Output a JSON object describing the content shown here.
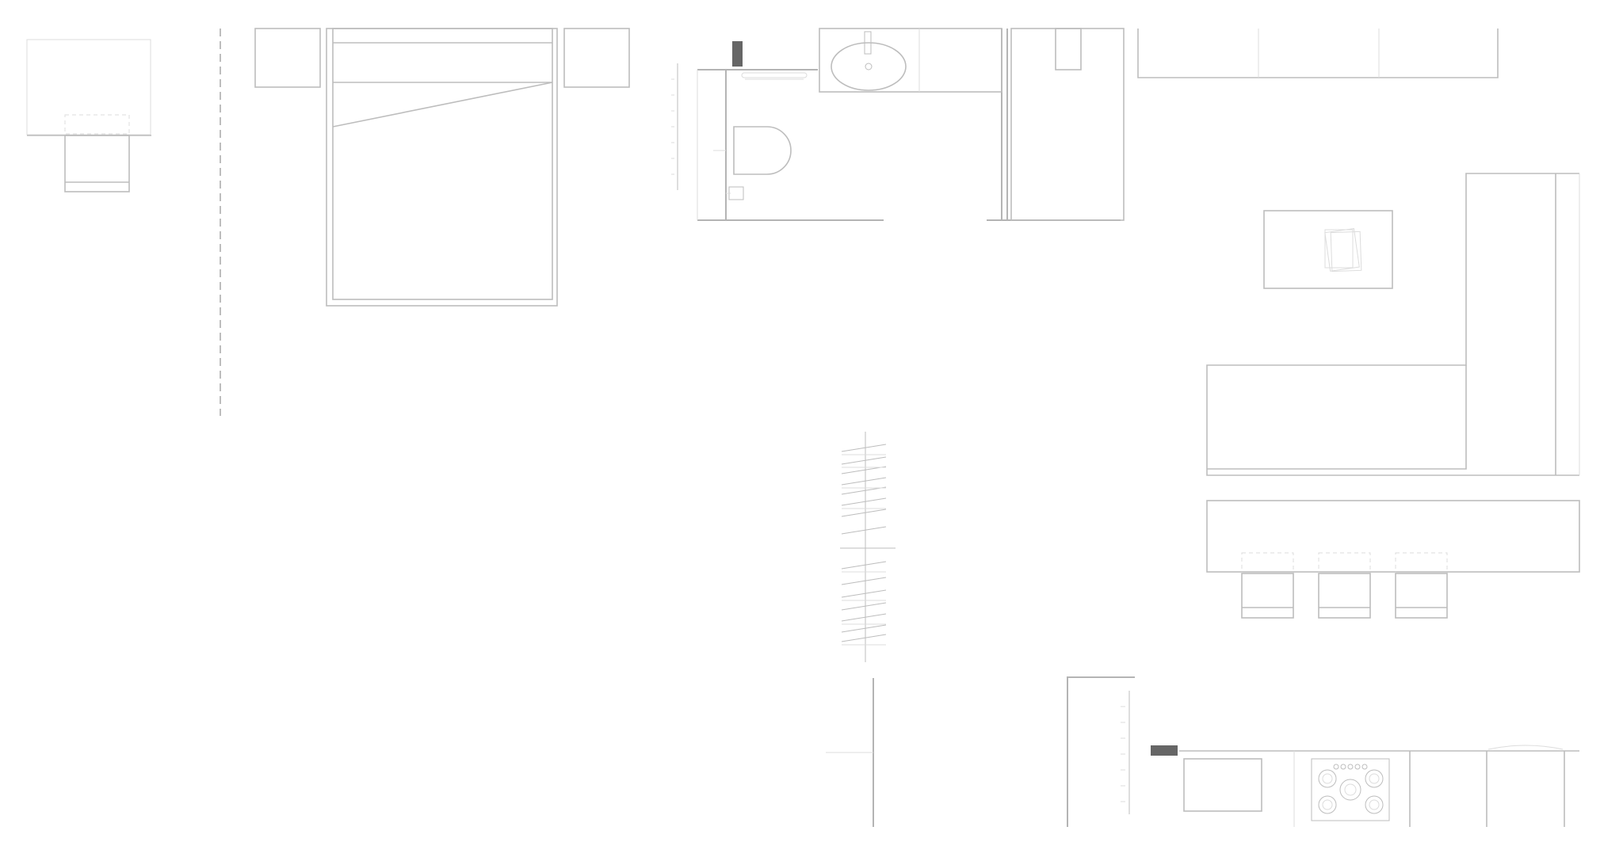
{
  "plan": {
    "colors": {
      "background": "#ffffff",
      "wall": "#b4b4b4",
      "furniture": "#bdbdbd",
      "faint": "#dcdcdc",
      "accent_dark": "#666666"
    },
    "elements": [
      "chair-with-desk",
      "room-divider",
      "nightstand-left",
      "double-bed",
      "nightstand-right",
      "towel-radiator",
      "toilet",
      "toilet-paper-holder",
      "washbasin",
      "shower-stall",
      "cabinet-top",
      "coffee-table",
      "magazines",
      "l-shaped-sofa",
      "kitchen-island",
      "bar-stools",
      "staircase",
      "kitchen-counter",
      "kitchen-sink",
      "cooktop-5-burner"
    ]
  }
}
